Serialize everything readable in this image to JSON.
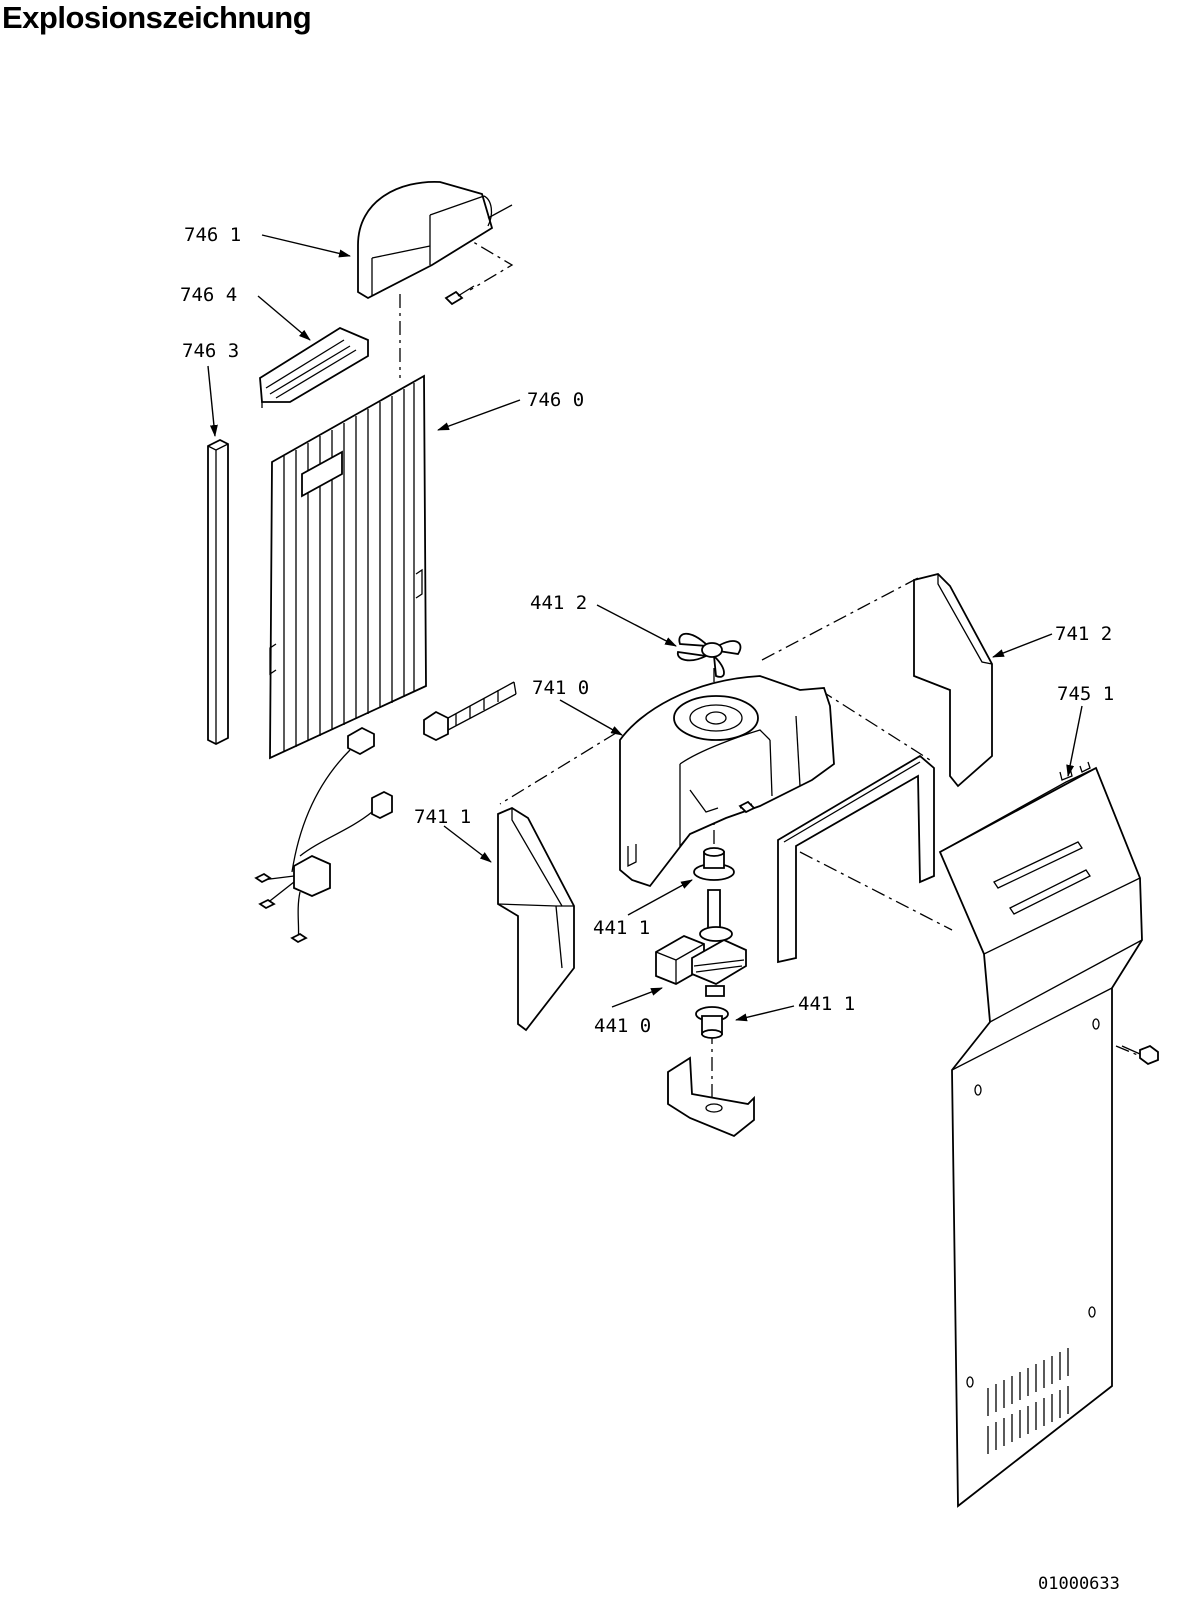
{
  "title": "Explosionszeichnung",
  "drawing_id": "01000633",
  "callouts": [
    {
      "id": "c7461",
      "text": "746 1"
    },
    {
      "id": "c7464",
      "text": "746 4"
    },
    {
      "id": "c7463",
      "text": "746 3"
    },
    {
      "id": "c7460",
      "text": "746 0"
    },
    {
      "id": "c4412",
      "text": "441 2"
    },
    {
      "id": "c7410",
      "text": "741 0"
    },
    {
      "id": "c7412",
      "text": "741 2"
    },
    {
      "id": "c7451",
      "text": "745 1"
    },
    {
      "id": "c7411",
      "text": "741 1"
    },
    {
      "id": "c4411a",
      "text": "441 1"
    },
    {
      "id": "c4410",
      "text": "441 0"
    },
    {
      "id": "c4411b",
      "text": "441 1"
    }
  ]
}
